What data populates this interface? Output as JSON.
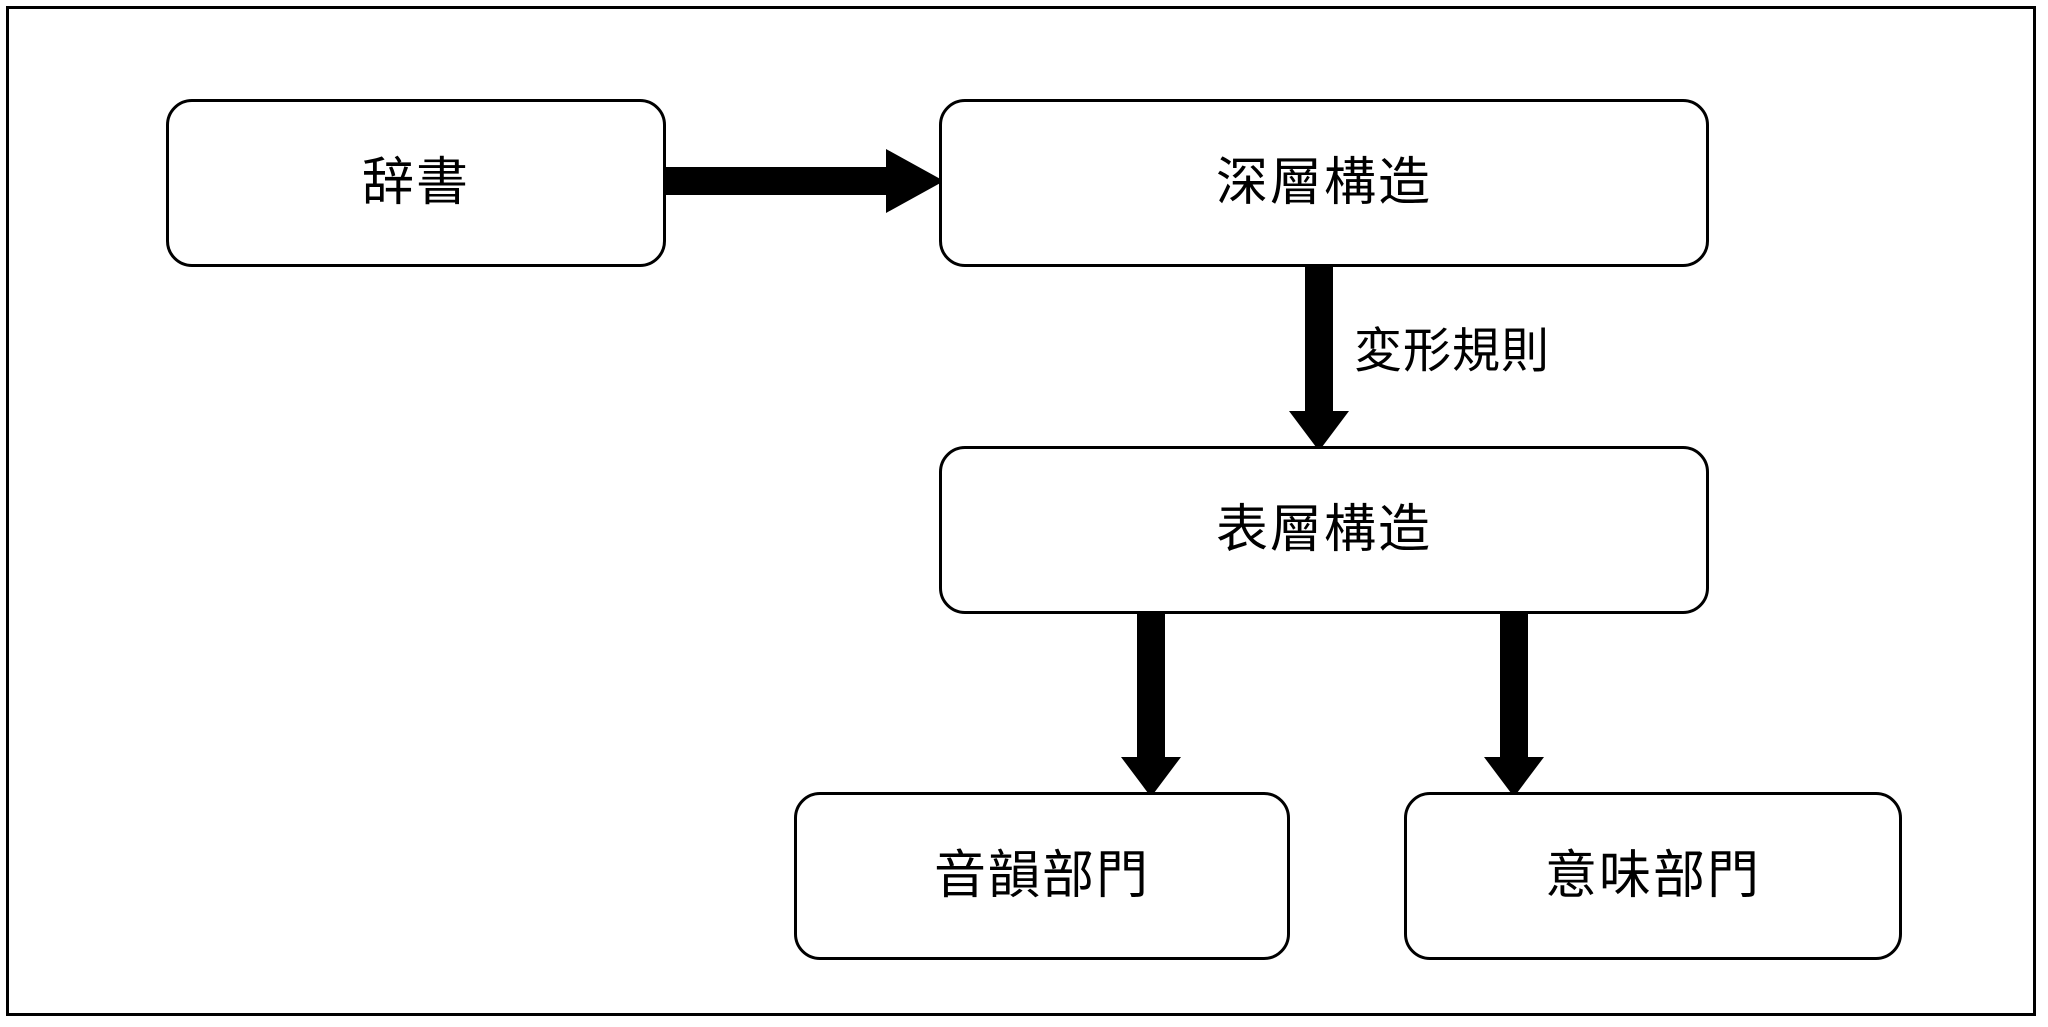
{
  "diagram": {
    "type": "flowchart",
    "title": "",
    "background_color": "#ffffff",
    "line_color": "#000000",
    "frame": {
      "border_color": "#000000"
    },
    "nodes": [
      {
        "id": "dictionary",
        "label": "辞書",
        "shape": "rounded-rectangle"
      },
      {
        "id": "deep",
        "label": "深層構造",
        "shape": "rounded-rectangle"
      },
      {
        "id": "surface",
        "label": "表層構造",
        "shape": "rounded-rectangle"
      },
      {
        "id": "phonology",
        "label": "音韻部門",
        "shape": "rounded-rectangle"
      },
      {
        "id": "semantics",
        "label": "意味部門",
        "shape": "rounded-rectangle"
      }
    ],
    "edges": [
      {
        "id": "dictionary-to-deep",
        "from": "dictionary",
        "to": "deep",
        "label": "",
        "direction": "right"
      },
      {
        "id": "deep-to-surface",
        "from": "deep",
        "to": "surface",
        "label": "変形規則",
        "direction": "down"
      },
      {
        "id": "surface-to-phonology",
        "from": "surface",
        "to": "phonology",
        "label": "",
        "direction": "down"
      },
      {
        "id": "surface-to-semantics",
        "from": "surface",
        "to": "semantics",
        "label": "",
        "direction": "down"
      }
    ]
  }
}
